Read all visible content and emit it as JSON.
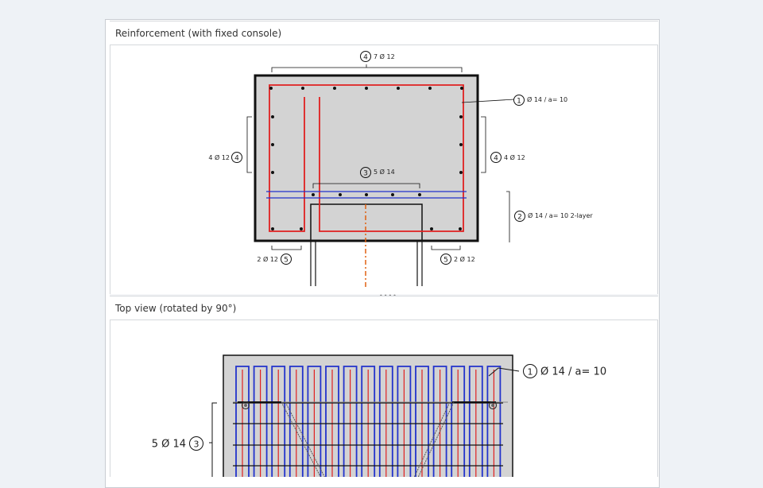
{
  "panes": {
    "section": {
      "title": "Reinforcement (with fixed console)",
      "labels": {
        "top_bars": "7 Ø 12",
        "top_bars_mark": "4",
        "stirrup": "Ø 14 / a= 10",
        "stirrup_mark": "1",
        "left_bars": "4 Ø 12",
        "left_bars_mark": "4",
        "right_bars": "4 Ø 12",
        "right_bars_mark": "4",
        "mid_bars": "5 Ø 14",
        "mid_bars_mark": "3",
        "layer_bars": "Ø 14 / a= 10 2-layer",
        "layer_bars_mark": "2",
        "bottom_left": "2 Ø 12",
        "bottom_left_mark": "5",
        "bottom_right": "2 Ø 12",
        "bottom_right_mark": "5"
      }
    },
    "top_view": {
      "title": "Top view (rotated by 90°)",
      "labels": {
        "stirrup": "Ø 14 / a= 10",
        "stirrup_mark": "1",
        "bars": "5 Ø 14",
        "bars_mark": "3"
      }
    }
  },
  "colors": {
    "concrete": "#d3d3d3",
    "rebar_red": "#e02020",
    "rebar_blue": "#2233cc",
    "axis_orange": "#e06010"
  }
}
